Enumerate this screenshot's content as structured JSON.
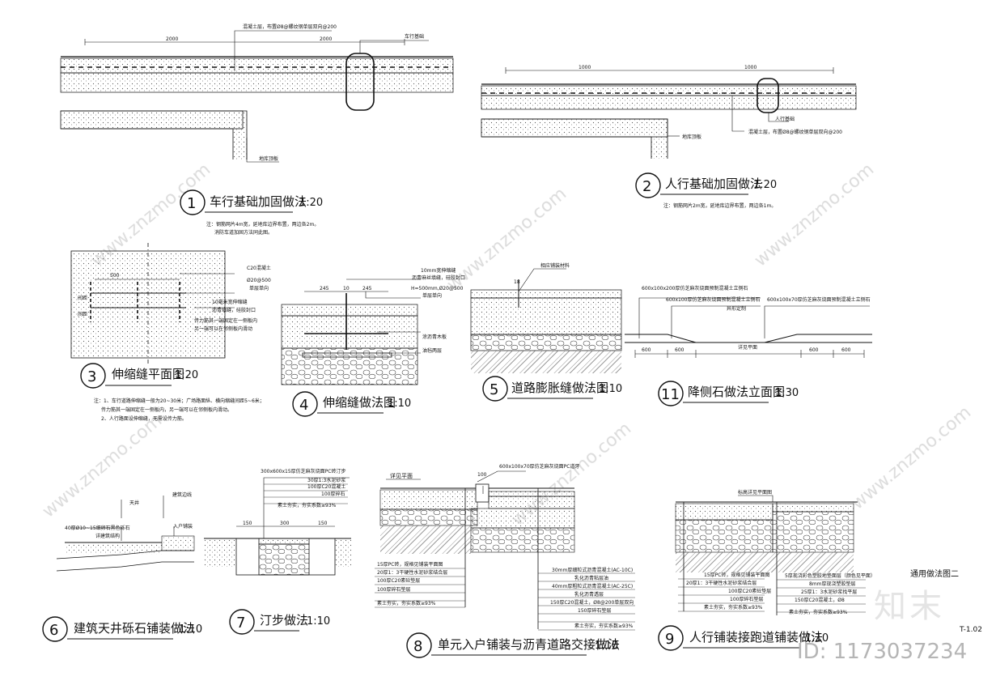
{
  "sheet": {
    "label": "通用做法图二",
    "code": "T-1.02",
    "id_text": "ID: 1173037234",
    "brand_text": "知末"
  },
  "details": [
    {
      "num": "1",
      "title": "车行基础加固做法",
      "scale": "1:20",
      "notes": [
        "注：钢筋网片4m宽，延地库边界布置，两边各2m。",
        "消防车道加固方法同此图。"
      ],
      "callouts": [
        "混凝土层，布置Ø8@螺纹钢单层双向@200",
        "车行基础",
        "地库顶板"
      ],
      "dims": [
        "2000",
        "2000"
      ]
    },
    {
      "num": "2",
      "title": "人行基础加固做法",
      "scale": "1:20",
      "notes": [
        "注：钢筋网片2m宽，延地库边界布置，两边各1m。"
      ],
      "callouts": [
        "人行基础",
        "混凝土层，布置Ø8@螺纹钢单层双向@200",
        "地库顶板"
      ],
      "dims": [
        "1000",
        "1000"
      ]
    },
    {
      "num": "3",
      "title": "伸缩缝平面图",
      "scale": "1:20",
      "notes": [
        "注：1、车行道路伸缩缝一般为20~30米；广场路面纵、横向缩缝间距5~6米；",
        "传力筋其一端固定在一侧板内，另一端可以在邻侧板内滑动。",
        "2、人行路面设伸缩缝，无需设传力筋。"
      ],
      "callouts": [
        "C20混凝土",
        "Ø20@500",
        "单层单向",
        "10毫米宽伸缩缝",
        "沥青填缝，硅胶封口",
        "传力筋其一端固定在一侧板内",
        "另一端可以在邻侧板内滑动"
      ],
      "dims": [
        "500",
        "间距",
        "间距"
      ]
    },
    {
      "num": "4",
      "title": "伸缩缝做法图",
      "scale": "1:10",
      "callouts": [
        "10mm宽伸缩缝",
        "沥青麻丝填缝，硅胶封口",
        "H=500mm,Ø20@500",
        "单层单向",
        "涂沥青木板",
        "油毡两层"
      ],
      "dims": [
        "245",
        "10",
        "245"
      ]
    },
    {
      "num": "5",
      "title": "道路膨胀缝做法图",
      "scale": "1:10",
      "callouts": [
        "相应铺装材料"
      ],
      "dims": [
        "18"
      ]
    },
    {
      "num": "11",
      "title": "降侧石做法立面图",
      "scale": "1:30",
      "callouts": [
        "600x100x200厚仿芝麻灰烧面预制混凝土立侧石",
        "600x100厚仿芝麻灰烧面预制混凝土立侧石",
        "600x100x70厚仿芝麻灰烧面预制混凝土立侧石",
        "异形定制",
        "详见平面"
      ],
      "dims": [
        "600",
        "600",
        "600",
        "600"
      ]
    },
    {
      "num": "6",
      "title": "建筑天井砾石铺装做法",
      "scale": "1:10",
      "callouts": [
        "天井",
        "建筑边线",
        "40厚Ø10~15细卵石黑色砾石",
        "详建筑结构",
        "入户铺装"
      ]
    },
    {
      "num": "7",
      "title": "汀步做法",
      "scale": "1:10",
      "callouts": [
        "300x600x15厚仿芝麻灰烧面PC砖汀步",
        "30厚1:3水泥砂浆",
        "100厚C20混凝土",
        "100厚碎石",
        "素土夯实，夯实系数≥93%"
      ],
      "dims": [
        "150",
        "300",
        "150"
      ]
    },
    {
      "num": "8",
      "title": "单元入户铺装与沥青道路交接做法",
      "scale": "1:10",
      "callouts": [
        "600x100x70厚仿芝麻灰烧面PC道牙",
        "详见平面",
        "100"
      ],
      "layers_left": [
        "15厚PC砖，规格见铺装平面图",
        "20厚1：3干硬性水泥砂浆结合层",
        "100厚C20素砼垫层",
        "100厚碎石垫层",
        "素土夯实，夯实系数≥93%"
      ],
      "layers_right": [
        "30mm厚细粒式沥青混凝土(AC-10C)",
        "乳化沥青粘层油",
        "40mm厚粗粒式沥青混凝土(AC-25C)",
        "乳化沥青透层",
        "150厚C20混凝土，Ø8@200单层双向",
        "150厚碎石垫层",
        "素土夯实，夯实系数≥93%"
      ]
    },
    {
      "num": "9",
      "title": "人行铺装接跑道铺装做法",
      "scale": "1:10",
      "callouts": [
        "标高详见平面图"
      ],
      "layers_left": [
        "15厚PC砖，规格见铺装平面图",
        "20厚1：3干硬性水泥砂浆结合层",
        "100厚C20素砼垫层",
        "100厚碎石垫层",
        "素土夯实，夯实系数≥93%"
      ],
      "layers_right": [
        "5厚现浇彩色塑胶地垫面层（颜色见平面）",
        "8mm厚现浇塑胶垫层",
        "25厚1：3水泥砂浆找平层",
        "150厚C20混凝土，Ø8",
        "素土夯实，夯实系数≥93%"
      ]
    }
  ],
  "watermark": "www.znzmo.com"
}
